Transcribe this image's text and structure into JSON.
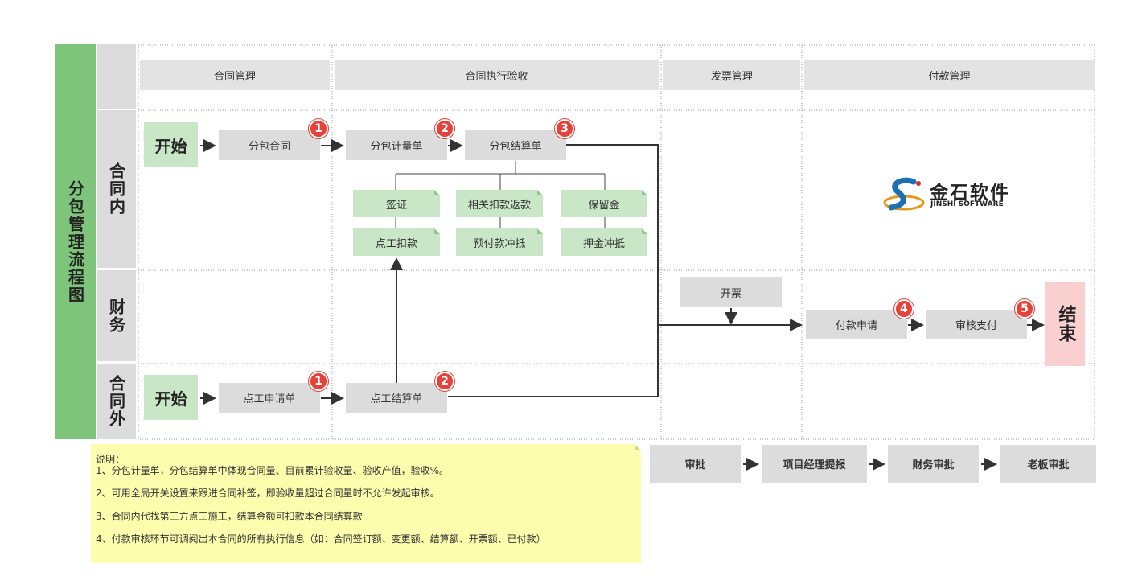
{
  "title": "分包管理流程图",
  "lanes": {
    "in_contract": "合同内",
    "finance": "财务",
    "out_contract": "合同外"
  },
  "columns": {
    "contract_mgmt": "合同管理",
    "execution": "合同执行验收",
    "invoice": "发票管理",
    "payment": "付款管理"
  },
  "in_flow": {
    "start": "开始",
    "sub_contract": "分包合同",
    "measure": "分包计量单",
    "settlement": "分包结算单",
    "badge1": "1",
    "badge2": "2",
    "badge3": "3"
  },
  "settlement_items": [
    "签证",
    "相关扣款返款",
    "保留金",
    "点工扣款",
    "预付款冲抵",
    "押金冲抵"
  ],
  "logo": {
    "cn": "金石软件",
    "en": "JINSHI SOFTWARE"
  },
  "finance_flow": {
    "invoice": "开票",
    "pay_request": "付款申请",
    "audit_pay": "审核支付",
    "end": "结束",
    "badge4": "4",
    "badge5": "5"
  },
  "out_flow": {
    "start": "开始",
    "labor_request": "点工申请单",
    "labor_settlement": "点工结算单",
    "badge1": "1",
    "badge2": "2"
  },
  "notes": {
    "heading": "说明：",
    "lines": [
      "1、分包计量单，分包结算单中体现合同量、目前累计验收量、验收产值，验收%。",
      "2、可用全局开关设置来跟进合同补签，即验收量超过合同量时不允许发起审核。",
      "3、合同内代找第三方点工施工，结算金额可扣款本合同结算款",
      "4、付款审核环节可调阅出本合同的所有执行信息（如：合同签订额、变更额、结算额、开票额、已付款）"
    ]
  },
  "approval_chain": [
    "审批",
    "项目经理提报",
    "财务审批",
    "老板审批"
  ],
  "colors": {
    "green": "#7ec47a",
    "lane": "#dcdcdc",
    "badge": "#e8413a",
    "note": "#fdfdae",
    "end": "#f9cfd0"
  }
}
